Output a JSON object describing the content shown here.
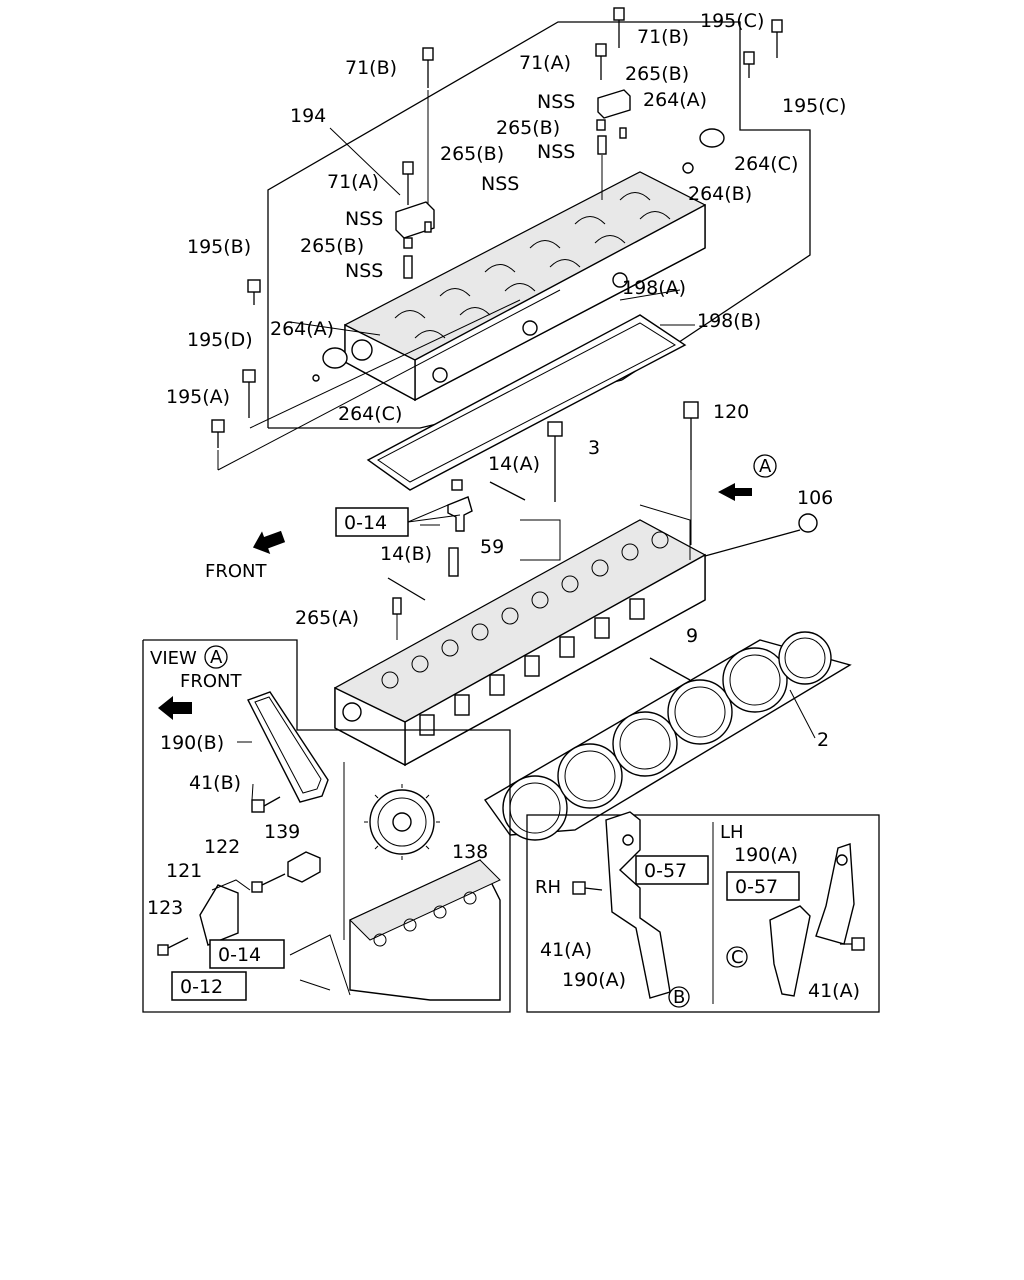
{
  "callouts": {
    "l_71b_top": "71(B)",
    "l_195c_top": "195(C)",
    "l_71b_left": "71(B)",
    "l_71a_top": "71(A)",
    "l_265b_top": "265(B)",
    "l_nss_1": "NSS",
    "l_264a_top": "264(A)",
    "l_195c_right": "195(C)",
    "l_194": "194",
    "l_265b_2": "265(B)",
    "l_nss_2": "NSS",
    "l_264c_top": "264(C)",
    "l_71a_left": "71(A)",
    "l_265b_left": "265(B)",
    "l_nss_3": "NSS",
    "l_264b": "264(B)",
    "l_nss_4": "NSS",
    "l_195b": "195(B)",
    "l_265b_3": "265(B)",
    "l_nss_5": "NSS",
    "l_198a": "198(A)",
    "l_198b": "198(B)",
    "l_264a_left": "264(A)",
    "l_195d": "195(D)",
    "l_195a": "195(A)",
    "l_264c_bottom": "264(C)",
    "l_120": "120",
    "l_3": "3",
    "l_14a": "14(A)",
    "l_view_a_marker": "A",
    "l_106": "106",
    "l_ref_014_top": "0-14",
    "l_59": "59",
    "l_front": "FRONT",
    "l_14b": "14(B)",
    "l_265a": "265(A)",
    "l_9": "9",
    "l_view": "VIEW",
    "l_view_circle": "A",
    "l_view_front": "FRONT",
    "l_190b": "190(B)",
    "l_2": "2",
    "l_41b": "41(B)",
    "l_139": "139",
    "l_122": "122",
    "l_121": "121",
    "l_138": "138",
    "l_123": "123",
    "l_ref_014_bottom": "0-14",
    "l_ref_012": "0-12",
    "l_lh": "LH",
    "l_190a_lh": "190(A)",
    "l_rh": "RH",
    "l_ref_057_rh": "0-57",
    "l_ref_057_lh": "0-57",
    "l_41a_rh": "41(A)",
    "l_190a_rh": "190(A)",
    "l_b_circle": "B",
    "l_c_circle": "C",
    "l_41a_lh": "41(A)"
  }
}
